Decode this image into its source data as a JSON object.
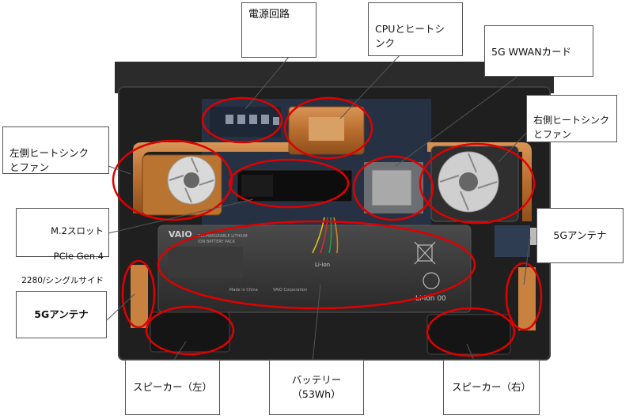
{
  "diagram": {
    "labels": {
      "power_circuit": "電源回路",
      "cpu_heatsink": "CPUとヒートシンク",
      "wwan_card": "5G WWANカード",
      "right_heatsink": "右側ヒートシンクとファン",
      "left_heatsink": "左側ヒートシンクとファン",
      "m2_slot_line1": "M.2スロット",
      "m2_slot_line2": "PCIe Gen.4",
      "m2_slot_line3": "2280/シングルサイド",
      "antenna_left": "5Gアンテナ",
      "antenna_right": "5Gアンテナ",
      "speaker_left": "スピーカー（左）",
      "battery": "バッテリー（53Wh）",
      "speaker_right": "スピーカー（右）"
    },
    "board_text": {
      "vaio_logo": "VAIO",
      "battery_type_1": "Li-ion",
      "battery_type_2": "Li-ion 00",
      "battery_pack_1": "RECHARGEABLE LITHIUM",
      "battery_pack_2": "ION BATTERY PACK",
      "battery_maker": "VAIO Corporation",
      "made_in": "Made in China"
    },
    "colors": {
      "highlight": "#e00000",
      "copper": "#c07a3a",
      "chassis": "#232323",
      "callout_border": "#555555"
    }
  }
}
